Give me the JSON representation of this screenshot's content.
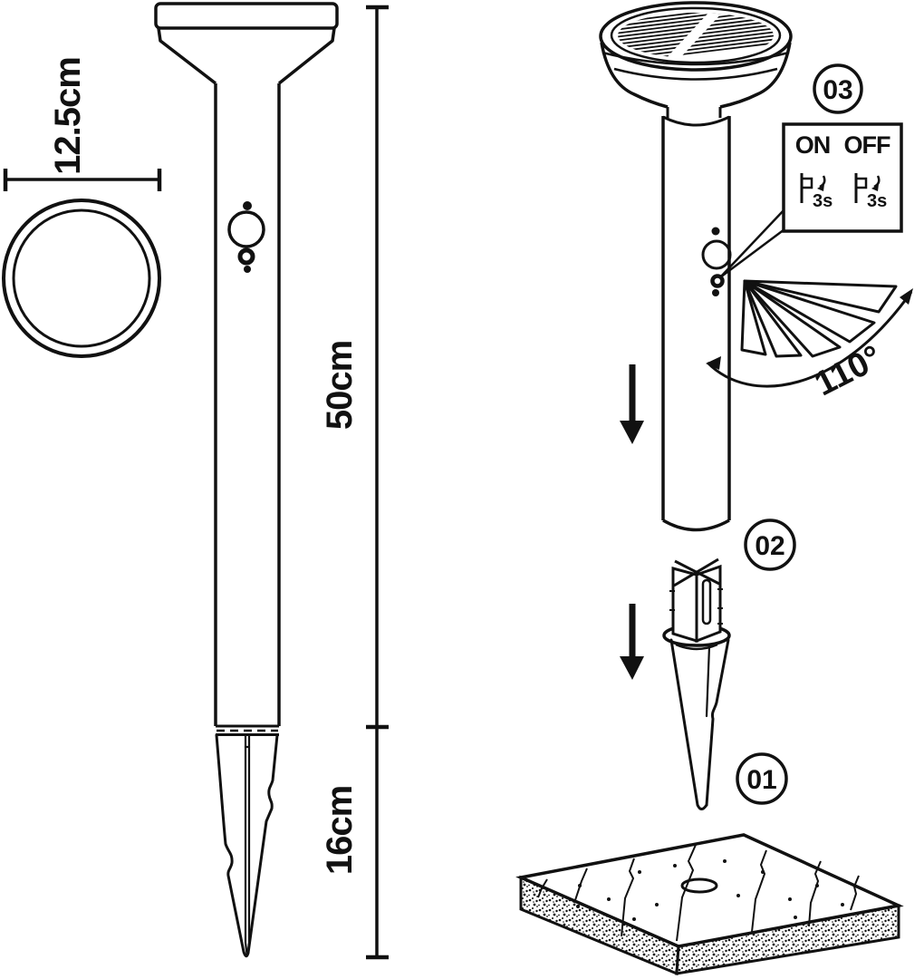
{
  "front_view": {
    "diameter_label": "12.5cm",
    "height_label": "50cm",
    "stake_label": "16cm"
  },
  "installation": {
    "step1_badge": "01",
    "step2_badge": "02",
    "step3_badge": "03",
    "switch_box": {
      "on_label": "ON",
      "off_label": "OFF",
      "on_press": "3s",
      "off_press": "3s"
    },
    "detection_angle": "110°"
  },
  "colors": {
    "ink": "#111111",
    "background": "#ffffff"
  }
}
